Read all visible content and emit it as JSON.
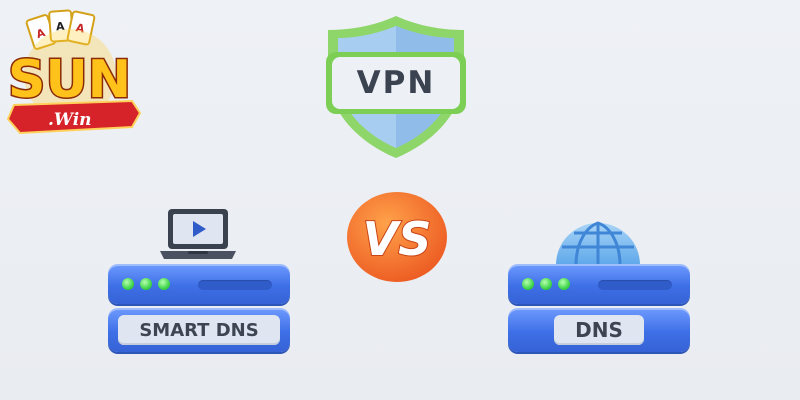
{
  "logo": {
    "text_main": "SUN",
    "text_sub": ".Win",
    "card_letters": [
      "A",
      "A",
      "A"
    ],
    "colors": {
      "gold": "#ffc21a",
      "red": "#e22a2a",
      "ribbon": "#d6232a"
    }
  },
  "vpn": {
    "label": "VPN",
    "colors": {
      "shield_outer": "#8fd66a",
      "shield_inner": "#9cc7f0",
      "label_plate": "#edf1f6"
    }
  },
  "versus": {
    "label": "VS",
    "colors": {
      "circle": "#f26a2a",
      "letters": "#ffffff"
    }
  },
  "smart_dns": {
    "label": "SMART DNS",
    "icon": "laptop-play-icon",
    "led_color": "#3fd64a"
  },
  "dns": {
    "label": "DNS",
    "icon": "globe-icon",
    "led_color": "#3fd64a"
  },
  "colors": {
    "background": "#eceff4",
    "server_blue": "#3f6fe6",
    "plate_text": "#3d4552"
  }
}
